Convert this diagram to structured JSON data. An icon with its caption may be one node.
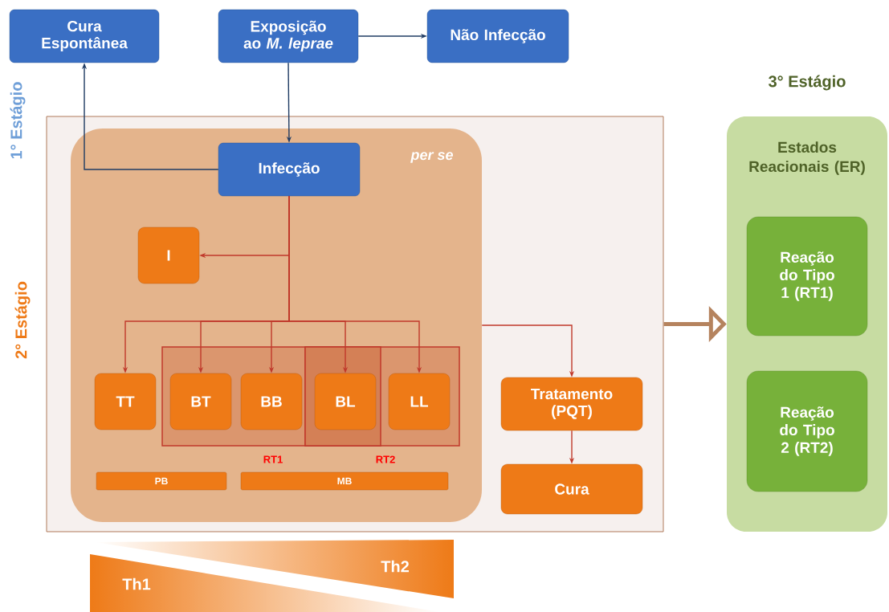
{
  "diagram": {
    "nodes": [
      {
        "text": [
          "Cura Espontânea"
        ]
      },
      {
        "text": [
          "Exposição ao *M. leprae*"
        ]
      },
      {
        "text": [
          "Não Infecção"
        ]
      },
      {
        "text": [
          "2° Estágio"
        ]
      },
      {
        "text": [
          "per se"
        ],
        "in": 3
      },
      {
        "text": [
          "Infecção"
        ],
        "in": 4
      },
      {
        "text": [
          "I"
        ],
        "in": 4
      },
      {
        "text": [
          "TT"
        ],
        "in": 4
      },
      {
        "text": [
          "BT"
        ],
        "in": 4
      },
      {
        "text": [
          "BB"
        ],
        "in": 4
      },
      {
        "text": [
          "BL"
        ],
        "in": 4
      },
      {
        "text": [
          "LL"
        ],
        "in": 4
      },
      {
        "text": [
          "PB"
        ],
        "in": 4
      },
      {
        "text": [
          "MB"
        ],
        "in": 4
      },
      {
        "text": [
          "Tratamento (PQT)"
        ],
        "in": 3
      },
      {
        "text": [
          "Cura"
        ],
        "in": 3
      },
      {
        "text": [
          "3° Estágio",
          "Estados Reacionais (ER)"
        ]
      },
      {
        "text": [
          "Reação do Tipo 1 (RT1)"
        ],
        "in": 16
      },
      {
        "text": [
          "Reação do Tipo 2 (RT2)"
        ],
        "in": 16
      }
    ],
    "edges": [
      {
        "from": 1,
        "to": 2,
        "arrow": "to",
        "color": "#1f3b63"
      },
      {
        "from": 1,
        "to": 5,
        "arrow": "to",
        "color": "#1f3b63"
      },
      {
        "from": 5,
        "to": 0,
        "arrow": "to",
        "color": "#1f3b63"
      },
      {
        "from": 5,
        "to": 6,
        "arrow": "to"
      },
      {
        "from": 5,
        "to": 7,
        "arrow": "to"
      },
      {
        "from": 5,
        "to": 8,
        "arrow": "to"
      },
      {
        "from": 5,
        "to": 9,
        "arrow": "to"
      },
      {
        "from": 5,
        "to": 10,
        "arrow": "to"
      },
      {
        "from": 5,
        "to": 11,
        "arrow": "to"
      },
      {
        "from": 4,
        "to": 14,
        "arrow": "to"
      },
      {
        "from": 14,
        "to": 15,
        "arrow": "to"
      },
      {
        "from": 3,
        "to": 16,
        "arrow": "to",
        "style": "thick",
        "color": "#b5835e"
      }
    ],
    "labels": [
      "1° Estágio",
      "RT1",
      "RT2",
      "Th2",
      "Th1"
    ]
  }
}
